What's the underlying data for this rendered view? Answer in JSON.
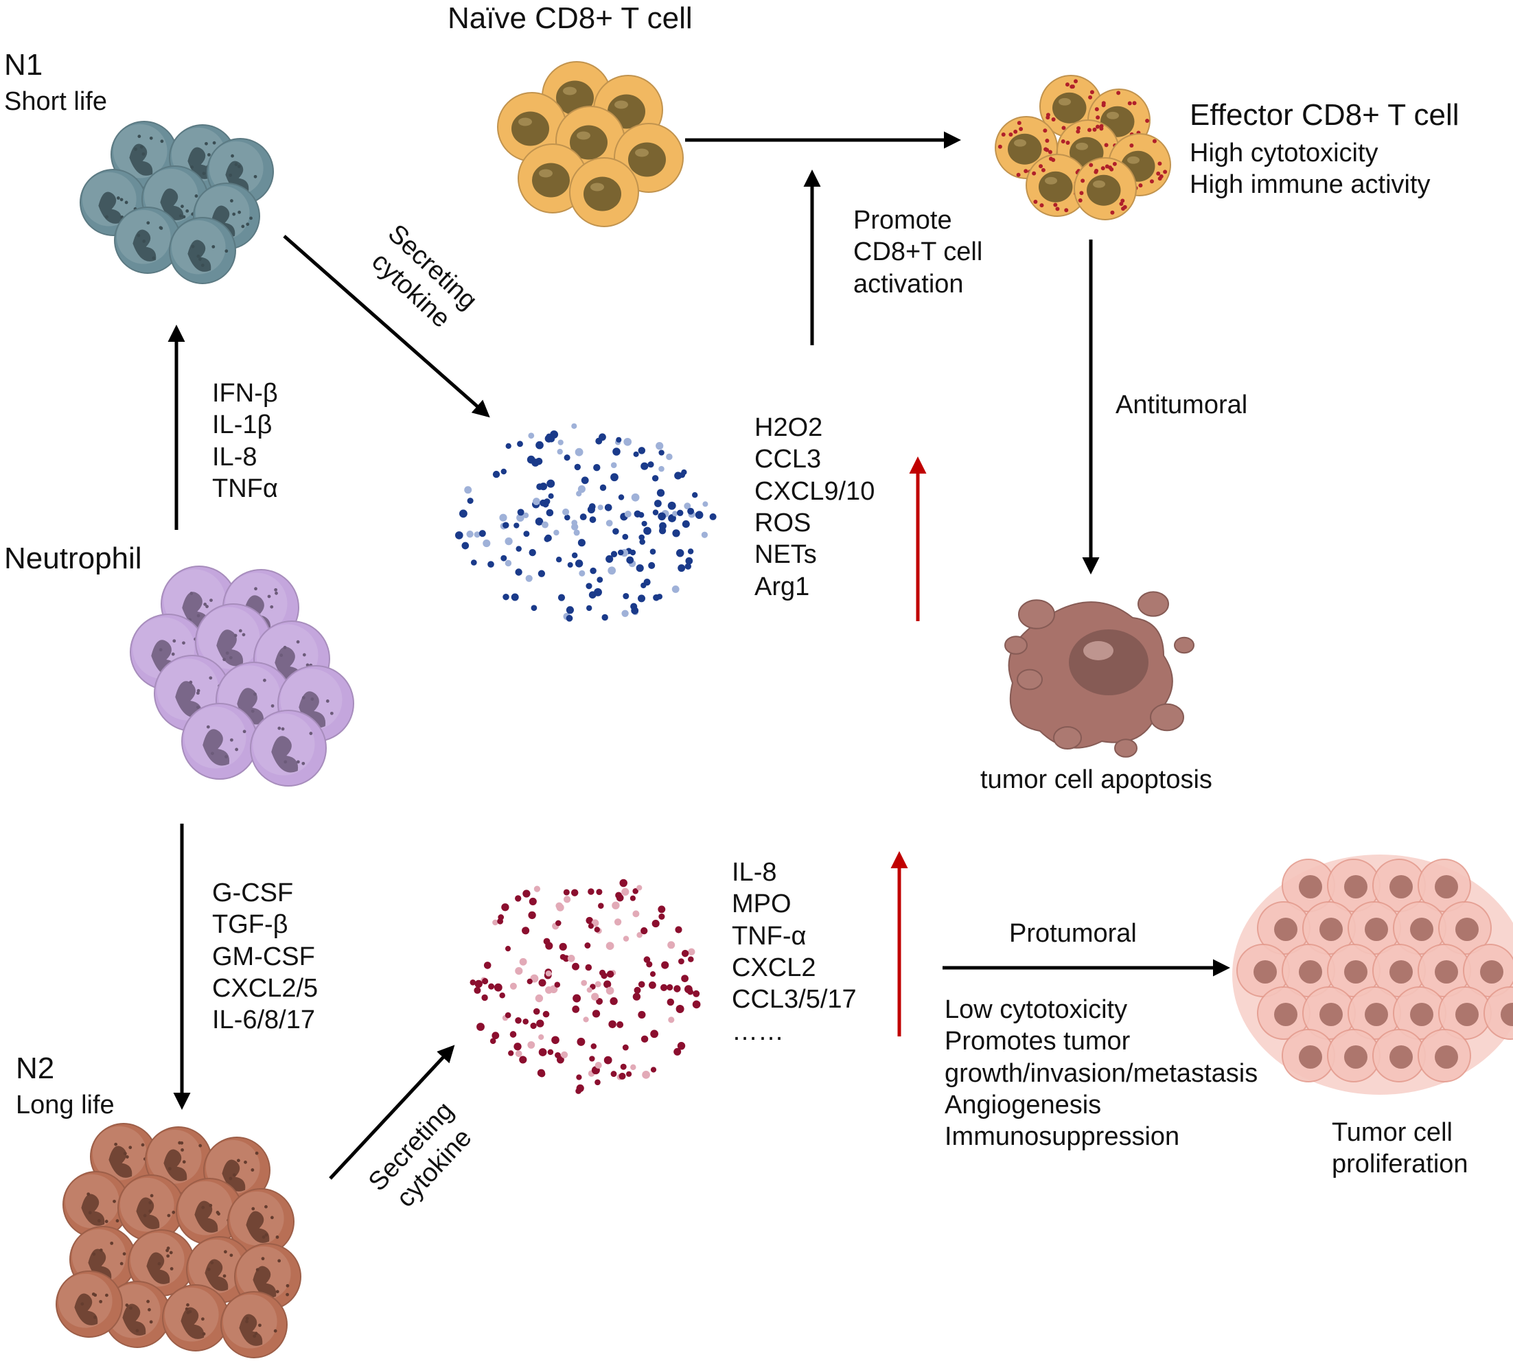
{
  "neutrophil": {
    "label": "Neutrophil",
    "color": "#c4a6dd"
  },
  "n1": {
    "title": "N1",
    "subtitle": "Short life",
    "color": "#6b8e99"
  },
  "n2": {
    "title": "N2",
    "subtitle": "Long life",
    "color": "#b86f55"
  },
  "naive_t": {
    "label": "Naïve CD8+ T cell",
    "color": "#f1b861"
  },
  "effector_t": {
    "title": "Effector CD8+ T cell",
    "traits": [
      "High cytotoxicity",
      "High immune activity"
    ],
    "color": "#f1b861"
  },
  "n1_inducers": [
    "IFN-β",
    "IL-1β",
    "IL-8",
    "TNFα"
  ],
  "n2_inducers": [
    "G-CSF",
    "TGF-β",
    "GM-CSF",
    "CXCL2/5",
    "IL-6/8/17"
  ],
  "n1_secretion": {
    "line1": "Secreting",
    "line2": "cytokine"
  },
  "n2_secretion": {
    "line1": "Secreting",
    "line2": "cytokine"
  },
  "n1_factors": {
    "items": [
      "H2O2",
      "CCL3",
      "CXCL9/10",
      "ROS",
      "NETs",
      "Arg1"
    ],
    "dot_color": "#1a3a8a",
    "dot_light": "#9fb1d8",
    "arrow_color": "#c00000"
  },
  "n2_factors": {
    "items": [
      "IL-8",
      "MPO",
      "TNF-α",
      "CXCL2",
      "CCL3/5/17",
      "……"
    ],
    "dot_color": "#8b0e2e",
    "dot_light": "#e2aab7",
    "arrow_color": "#c00000"
  },
  "activation": {
    "lines": [
      "Promote",
      "CD8+T cell",
      "activation"
    ]
  },
  "antitumoral": {
    "label": "Antitumoral"
  },
  "apoptosis": {
    "label": "tumor cell apoptosis",
    "color": "#a8726a"
  },
  "protumoral": {
    "label": "Protumoral",
    "effects": [
      "Low cytotoxicity",
      "Promotes tumor",
      "growth/invasion/metastasis",
      "Angiogenesis",
      "Immunosuppression"
    ]
  },
  "proliferation": {
    "lines": [
      "Tumor cell",
      "proliferation"
    ],
    "color": "#f0a497"
  }
}
